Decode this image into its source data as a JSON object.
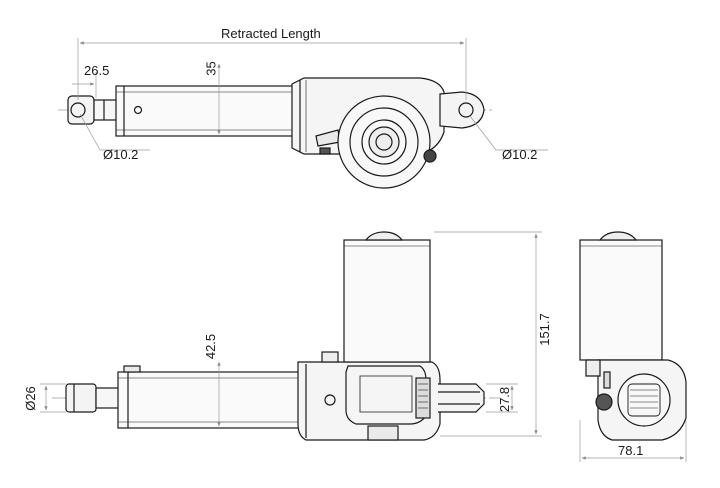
{
  "colors": {
    "line": "#1a1a1a",
    "dimension": "#9a9a9a",
    "centerline": "#9a9a9a",
    "background": "#ffffff"
  },
  "top_view": {
    "retracted_length": "Retracted Length",
    "rod_end_offset": "26.5",
    "rod_diameter_height": "35",
    "front_hole": "Ø10.2",
    "rear_hole": "Ø10.2"
  },
  "side_view": {
    "rod_diameter": "Ø26",
    "body_height": "42.5",
    "total_height": "151.7",
    "clevis_width": "27.8"
  },
  "end_view": {
    "width": "78.1"
  }
}
